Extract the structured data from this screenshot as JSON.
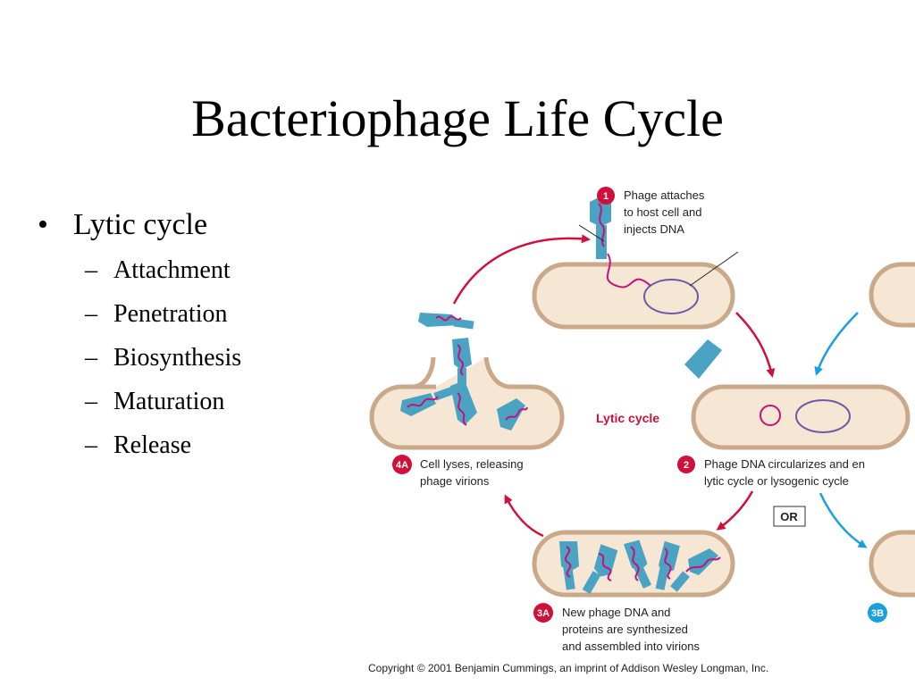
{
  "title": "Bacteriophage Life Cycle",
  "bullets": {
    "main": "Lytic cycle",
    "marker": "•",
    "sub_marker": "–",
    "sub_items": [
      "Attachment",
      "Penetration",
      "Biosynthesis",
      "Maturation",
      "Release"
    ]
  },
  "diagram": {
    "center_label": "Lytic cycle",
    "or_label": "OR",
    "steps": [
      {
        "number": "1",
        "lines": [
          "Phage attaches",
          "to host cell and",
          "injects DNA"
        ]
      },
      {
        "number": "2",
        "lines": [
          "Phage DNA circularizes and en",
          "lytic cycle or lysogenic cycle"
        ]
      },
      {
        "number": "3A",
        "lines": [
          "New phage DNA and",
          "proteins are synthesized",
          "and assembled into virions"
        ]
      },
      {
        "number": "4A",
        "lines": [
          "Cell lyses, releasing",
          "phage virions"
        ]
      },
      {
        "number": "3B",
        "lines": []
      }
    ],
    "copyright": "Copyright © 2001 Benjamin Cummings, an imprint of Addison Wesley Longman, Inc.",
    "colors": {
      "cell_fill": "#f6e6d4",
      "cell_stroke": "#c9a98a",
      "phage": "#4aa3c2",
      "dna": "#c3127a",
      "lytic_arrow": "#d0103a",
      "lysogenic_arrow": "#1aa0dd",
      "plasmid": "#6a5aa8"
    }
  }
}
